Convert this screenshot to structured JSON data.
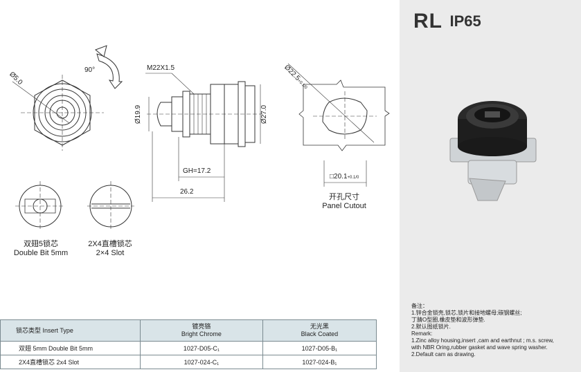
{
  "rating": {
    "series": "RL",
    "ip": "IP65"
  },
  "drawing": {
    "hole_dia": "Ø5.0",
    "rotation": "90°",
    "thread": "M22X1.5",
    "dia_body": "Ø19.9",
    "dia_flange": "Ø27.0",
    "grip_height": "GH=17.2",
    "length": "26.2",
    "cutout_dia": "Ø22.5",
    "cutout_dia_tol": "+0.1/0",
    "cutout_square": "□20.1",
    "cutout_square_tol": "+0.1/0"
  },
  "captions": {
    "panel_cutout_cn": "开孔尺寸",
    "panel_cutout_en": "Panel Cutout",
    "double_bit_cn": "双翅5锁芯",
    "double_bit_en": "Double Bit 5mm",
    "slot_cn": "2X4直槽锁芯",
    "slot_en": "2×4 Slot"
  },
  "table": {
    "header": {
      "col1": "锁芯类型 Insert Type",
      "col2_cn": "镀亮铬",
      "col2_en": "Bright Chrome",
      "col3_cn": "无光黑",
      "col3_en": "Black Coated"
    },
    "rows": [
      {
        "insert": "双翅 5mm  Double Bit 5mm",
        "chrome": "1027-D05-C₁",
        "black": "1027-D05-B₁"
      },
      {
        "insert": "2X4直槽锁芯 2x4 Slot",
        "chrome": "1027-024-C₁",
        "black": "1027-024-B₁"
      }
    ]
  },
  "notes": {
    "title": "备注：",
    "cn1": "1.锌合金锁壳,锁芯,锁片和接地螺母;碳钢螺丝;",
    "cn2": "丁腈O型圈,橡皮垫和波形弹垫.",
    "cn3": "2.默认图纸锁片.",
    "en_title": "Remark:",
    "en1": "1.Zinc alloy housing,insert ,cam and earthnut ; m.s. screw,",
    "en2": "with NBR Oring,rubber gasket and wave spring washer.",
    "en3": "2.Default cam as drawing."
  }
}
